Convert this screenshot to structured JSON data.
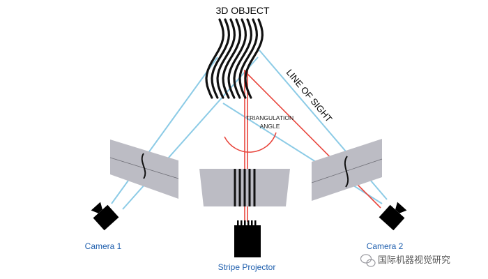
{
  "labels": {
    "object": "3D OBJECT",
    "line_of_sight": "LINE OF SIGHT",
    "triangulation_line1": "TRIANGULATION",
    "triangulation_line2": "ANGLE",
    "camera1": "Camera 1",
    "camera2": "Camera 2",
    "projector": "Stripe Projector",
    "watermark": "国际机器视觉研究"
  },
  "colors": {
    "blue_label": "#1f5fae",
    "sight_line": "#8ccbe6",
    "projection_line": "#e8453c",
    "screen_fill": "#bcbcc4",
    "object_stripes": "#111111",
    "camera_body": "#000000"
  },
  "icons": {
    "watermark_icon": "wechat-icon"
  }
}
